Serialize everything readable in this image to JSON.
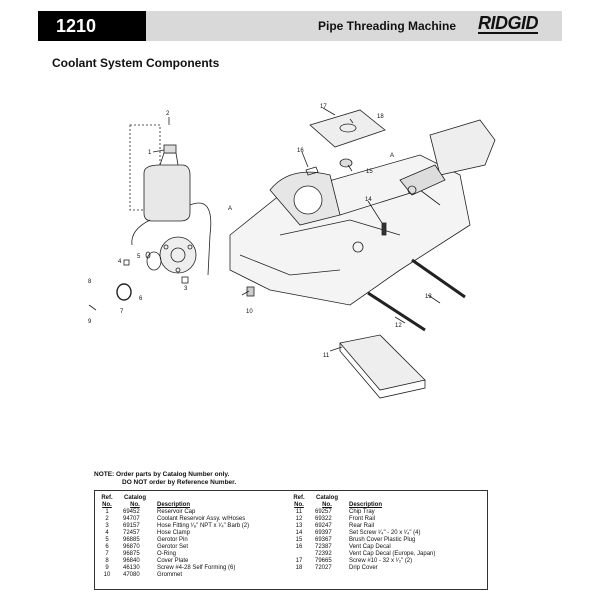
{
  "header": {
    "model": "1210",
    "machine_title": "Pipe Threading Machine",
    "brand": "RIDGID"
  },
  "section_title": "Coolant System Components",
  "callouts": [
    "1",
    "2",
    "3",
    "4",
    "5",
    "6",
    "7",
    "8",
    "9",
    "10",
    "11",
    "12",
    "13",
    "14",
    "15",
    "16",
    "17",
    "18",
    "A",
    "A"
  ],
  "note": {
    "line1": "NOTE: Order parts by Catalog Number only.",
    "line2": "DO NOT order by Reference Number."
  },
  "table": {
    "headers": {
      "ref_top": "Ref.",
      "ref_bottom": "No.",
      "catalog_top": "Catalog",
      "catalog_bottom": "No.",
      "description": "Description"
    },
    "left_rows": [
      {
        "ref": "1",
        "catalog": "69452",
        "description": "Reservoir Cap"
      },
      {
        "ref": "2",
        "catalog": "94707",
        "description": "Coolant Reservoir Assy. w/Hoses"
      },
      {
        "ref": "3",
        "catalog": "69157",
        "description": "Hose Fitting ¹⁄₈\" NPT x ¹⁄₄\" Barb (2)"
      },
      {
        "ref": "4",
        "catalog": "72457",
        "description": "Hose Clamp"
      },
      {
        "ref": "5",
        "catalog": "96885",
        "description": "Gerotor Pin"
      },
      {
        "ref": "6",
        "catalog": "96870",
        "description": "Gerotor Set"
      },
      {
        "ref": "7",
        "catalog": "96875",
        "description": "O-Ring"
      },
      {
        "ref": "8",
        "catalog": "96840",
        "description": "Cover Plate"
      },
      {
        "ref": "9",
        "catalog": "46130",
        "description": "Screw #4-28 Self Forming (6)"
      },
      {
        "ref": "10",
        "catalog": "47080",
        "description": "Grommet"
      }
    ],
    "right_rows": [
      {
        "ref": "11",
        "catalog": "69257",
        "description": "Chip Tray"
      },
      {
        "ref": "12",
        "catalog": "69322",
        "description": "Front Rail"
      },
      {
        "ref": "13",
        "catalog": "69247",
        "description": "Rear Rail"
      },
      {
        "ref": "14",
        "catalog": "69397",
        "description": "Set Screw ¹⁄₄\" - 20 x ¹⁄₄\" (4)"
      },
      {
        "ref": "15",
        "catalog": "69367",
        "description": "Brush Cover Plastic Plug"
      },
      {
        "ref": "16",
        "catalog": "72387",
        "description": "Vent Cap Decal"
      },
      {
        "ref": "",
        "catalog": "72392",
        "description": "Vent Cap Decal (Europe, Japan)"
      },
      {
        "ref": "17",
        "catalog": "79665",
        "description": "Screw #10 - 32 x ¹⁄₂\" (2)"
      },
      {
        "ref": "18",
        "catalog": "72027",
        "description": "Drip Cover"
      }
    ]
  }
}
